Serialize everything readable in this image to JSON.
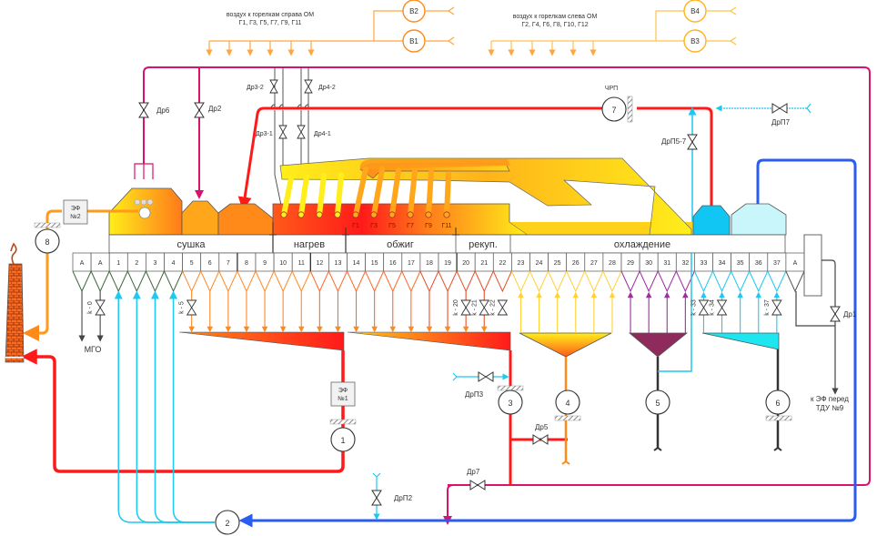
{
  "diagram": {
    "type": "kiln process flow scheme",
    "air_right": {
      "line1": "воздух к горелкам справа ОМ",
      "line2": "Г1, Г3, Г5, Г7, Г9, Г11",
      "fans": [
        "В2",
        "В1"
      ]
    },
    "air_left": {
      "line1": "воздух к горелкам слева ОМ",
      "line2": "Г2, Г4, Г6, Г8, Г10, Г12",
      "fans": [
        "В4",
        "В3"
      ]
    },
    "zones": [
      {
        "id": "drying",
        "label": "сушка"
      },
      {
        "id": "heating",
        "label": "нагрев"
      },
      {
        "id": "firing",
        "label": "обжиг"
      },
      {
        "id": "recup",
        "label": "рекуп."
      },
      {
        "id": "cooling",
        "label": "охлаждение"
      }
    ],
    "cells": [
      "А",
      "А",
      "1",
      "2",
      "3",
      "4",
      "5",
      "6",
      "7",
      "8",
      "9",
      "10",
      "11",
      "12",
      "13",
      "14",
      "15",
      "16",
      "17",
      "18",
      "19",
      "20",
      "21",
      "22",
      "23",
      "24",
      "25",
      "26",
      "27",
      "28",
      "29",
      "30",
      "31",
      "32",
      "33",
      "34",
      "35",
      "36",
      "37",
      "А"
    ],
    "burners": [
      "Г1",
      "Г3",
      "Г5",
      "Г7",
      "Г9",
      "Г11"
    ],
    "valves": {
      "dr6": "Др6",
      "dr2": "Др2",
      "dr3_2": "Др3-2",
      "dr4_2": "Др4-2",
      "dr3_1": "Др3-1",
      "dr4_1": "Др4-1",
      "drp5_7": "ДрП5-7",
      "drp7": "ДрП7",
      "dr1": "Др1",
      "drp3": "ДрП3",
      "dr5": "Др5",
      "dr7": "Др7",
      "drp2": "ДрП2",
      "k0": "k - 0",
      "k5": "k - 5",
      "k20": "k - 20",
      "k21": "k - 21",
      "k22": "k - 22",
      "k33": "k - 33",
      "k34": "k - 34",
      "k37": "k - 37"
    },
    "fans": {
      "f1": "1",
      "f2": "2",
      "f3": "3",
      "f4": "4",
      "f5": "5",
      "f6": "6",
      "f7": "7",
      "f8": "8"
    },
    "vfd_label": "ЧРП",
    "filter1": {
      "line1": "ЭФ",
      "line2": "№1"
    },
    "filter2": {
      "line1": "ЭФ",
      "line2": "№2"
    },
    "mgo_label": "МГО",
    "to_filter": {
      "line1": "к ЭФ перед",
      "line2": "ТДУ №9"
    },
    "colors": {
      "hot_gas": "#ff1a1a",
      "magenta_line": "#d6136f",
      "blue_line": "#2a5cf0",
      "cyan_line": "#1ec8f0",
      "orange_line": "#ff8a1a",
      "air_line": "#ffa640",
      "yellow_line": "#ffd23a",
      "purple_line": "#9b2fa0",
      "dark_line": "#444444"
    }
  }
}
